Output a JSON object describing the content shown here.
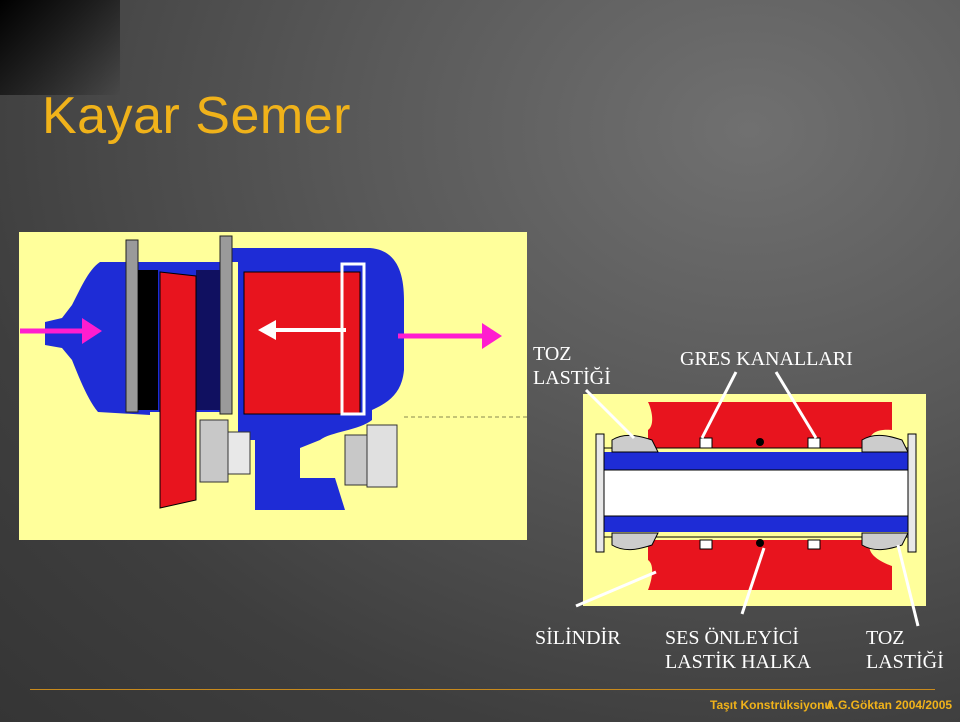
{
  "slide": {
    "title": "Kayar Semer"
  },
  "labels": {
    "toz_top_1": "TOZ",
    "toz_top_2": "LASTİĞİ",
    "gres": "GRES KANALLARI",
    "silindir": "SİLİNDİR",
    "ses_1": "SES ÖNLEYİCİ",
    "ses_2": "LASTİK HALKA",
    "toz_right_1": "TOZ",
    "toz_right_2": "LASTİĞİ"
  },
  "footer": {
    "course": "Taşıt Konstrüksiyonu",
    "author": "A.G.Göktan 2004/2005"
  },
  "colors": {
    "title": "#f0b21a",
    "panel_bg": "#ffff9b",
    "housing_blue": "#1e2cd6",
    "part_red": "#e8141e",
    "arrow_magenta": "#ff1dcf"
  }
}
